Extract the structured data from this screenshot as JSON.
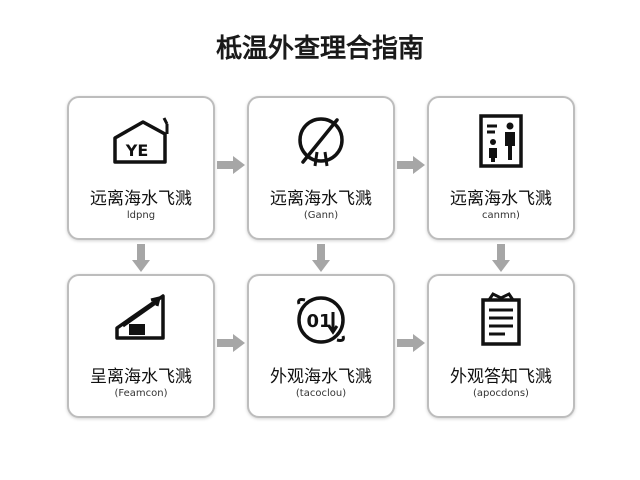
{
  "title": "柢温外查理合指南",
  "colors": {
    "border": "#bdbdbd",
    "arrow": "#a6a6a6",
    "icon": "#111111"
  },
  "steps": [
    {
      "label": "远离海水飞溅",
      "sub": "ldpng",
      "icon": "house-icon",
      "icon_text": "YE"
    },
    {
      "label": "远离海水飞溅",
      "sub": "(Gann)",
      "icon": "compass-icon"
    },
    {
      "label": "远离海水飞溅",
      "sub": "canmn)",
      "icon": "people-sign-icon"
    },
    {
      "label": "呈离海水飞溅",
      "sub": "(Feamcon)",
      "icon": "chart-growth-icon"
    },
    {
      "label": "外观海水飞溅",
      "sub": "(tacoclou)",
      "icon": "globe-icon",
      "icon_text": "01"
    },
    {
      "label": "外观答知飞溅",
      "sub": "(apocdons)",
      "icon": "clipboard-icon"
    }
  ]
}
